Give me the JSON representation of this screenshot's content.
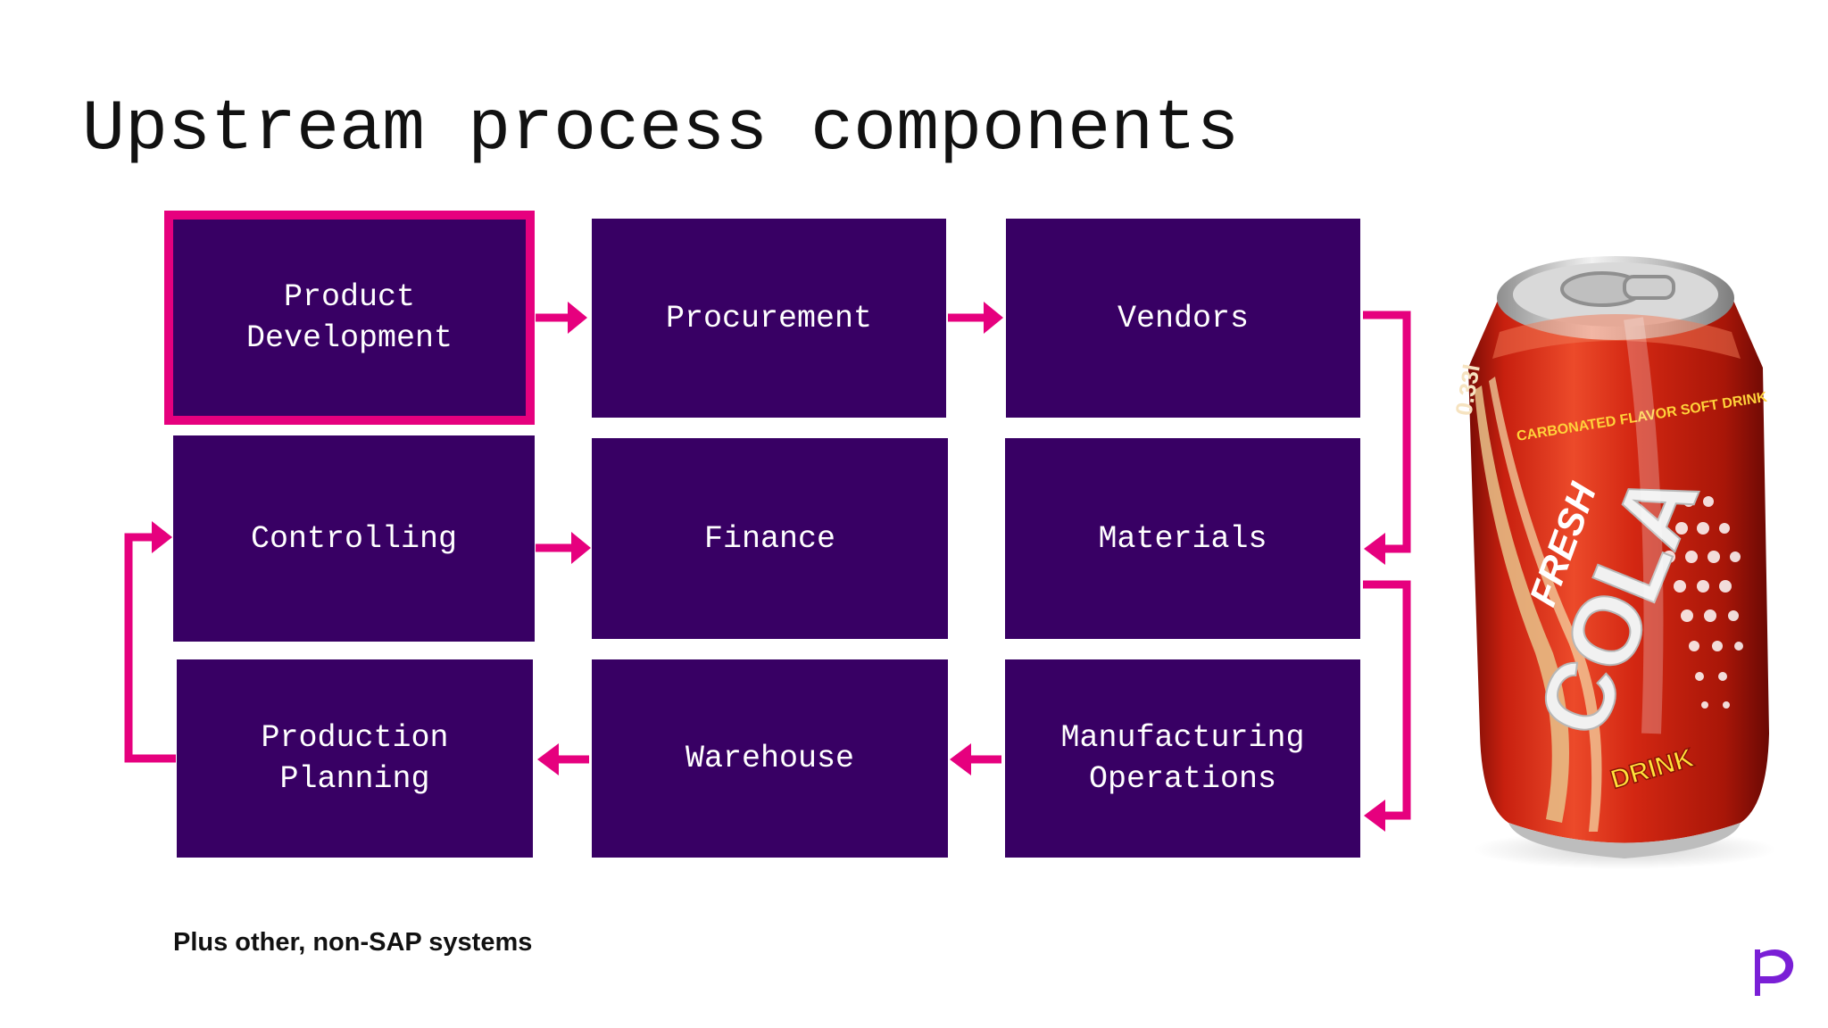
{
  "slide": {
    "title": "Upstream process components",
    "footnote": "Plus other, non-SAP systems"
  },
  "boxes": {
    "product_development": "Product\nDevelopment",
    "procurement": "Procurement",
    "vendors": "Vendors",
    "controlling": "Controlling",
    "finance": "Finance",
    "materials": "Materials",
    "production_planning": "Production\nPlanning",
    "warehouse": "Warehouse",
    "manufacturing_operations": "Manufacturing\nOperations"
  },
  "can_image": {
    "size_label": "0.33l",
    "top_text": "CARBONATED FLAVOR SOFT DRINK",
    "brand_1": "FRESH",
    "brand_2": "COLA",
    "brand_3": "DRINK"
  },
  "colors": {
    "box_fill": "#380064",
    "accent": "#e6007e",
    "logo": "#7a1fd6"
  },
  "icons": {
    "logo": "p-logo-icon"
  }
}
